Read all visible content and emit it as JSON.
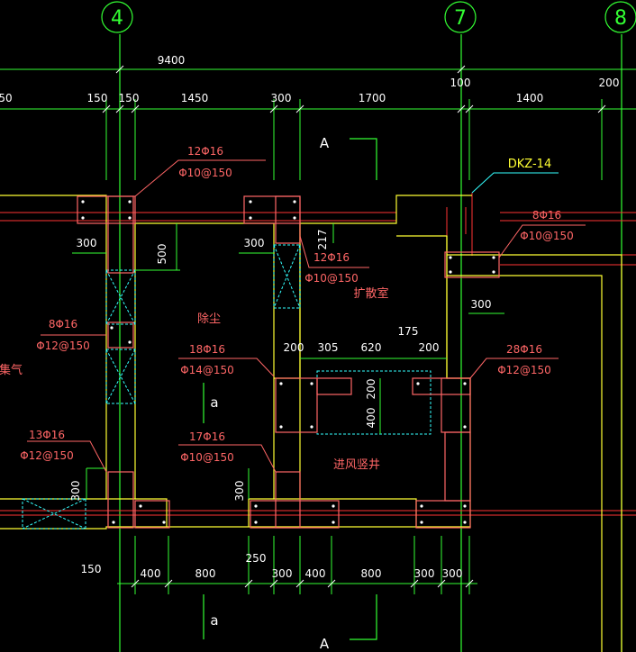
{
  "axes": [
    "4",
    "7",
    "8"
  ],
  "top_dims": {
    "overall": "9400",
    "row1": [
      "50",
      "150",
      "150",
      "1450",
      "300",
      "1700",
      "100",
      "1400",
      "200"
    ]
  },
  "bottom_dims": [
    "150",
    "400",
    "800",
    "250",
    "300",
    "400",
    "800",
    "300",
    "300"
  ],
  "inner_dims": [
    "500",
    "300",
    "300",
    "217",
    "300",
    "200",
    "305",
    "620",
    "175",
    "200",
    "200",
    "400",
    "300",
    "300"
  ],
  "rebar_labels": [
    {
      "main": "12Φ16",
      "stirrup": "Φ10@150"
    },
    {
      "main": "12Φ16",
      "stirrup": "Φ10@150"
    },
    {
      "main": "8Φ16",
      "stirrup": "Φ10@150"
    },
    {
      "main": "8Φ16",
      "stirrup": "Φ12@150"
    },
    {
      "main": "18Φ16",
      "stirrup": "Φ14@150"
    },
    {
      "main": "28Φ16",
      "stirrup": "Φ12@150"
    },
    {
      "main": "13Φ16",
      "stirrup": "Φ12@150"
    },
    {
      "main": "17Φ16",
      "stirrup": "Φ10@150"
    }
  ],
  "column_tag": "DKZ-14",
  "rooms": [
    "除尘",
    "扩散室",
    "进风竖井",
    "集气"
  ],
  "section_marks": [
    "A",
    "a",
    "a",
    "A"
  ],
  "colors": {
    "background": "#000000",
    "grid": "#33ff33",
    "wall": "#ffff33",
    "column": "#ff6666",
    "hatch": "#33ffff",
    "dimension": "#ffffff",
    "red_line": "#ff3333"
  }
}
